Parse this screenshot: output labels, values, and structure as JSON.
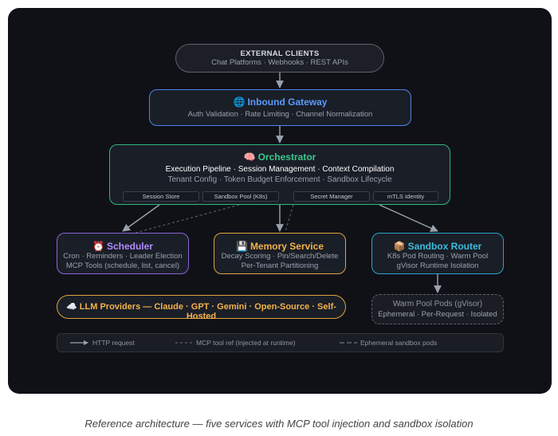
{
  "external_clients": {
    "title": "EXTERNAL CLIENTS",
    "subtitle": "Chat Platforms · Webhooks · REST APIs"
  },
  "gateway": {
    "icon": "globe-icon",
    "title": "Inbound Gateway",
    "subtitle": "Auth Validation · Rate Limiting · Channel Normalization",
    "color": "#5b9bff"
  },
  "orchestrator": {
    "icon": "brain-icon",
    "title": "Orchestrator",
    "line1": "Execution Pipeline · Session Management · Context Compilation",
    "line2": "Tenant Config · Token Budget Enforcement · Sandbox Lifecycle",
    "chips": [
      "Session Store",
      "Sandbox Pool (K8s)",
      "Secret Manager",
      "mTLS Identity"
    ],
    "color": "#3cc98c"
  },
  "scheduler": {
    "icon": "alarm-clock-icon",
    "title": "Scheduler",
    "line1": "Cron · Reminders · Leader Election",
    "line2": "MCP Tools (schedule, list, cancel)",
    "color": "#b08cff"
  },
  "memory": {
    "icon": "floppy-disk-icon",
    "title": "Memory Service",
    "line1": "Decay Scoring · Pin/Search/Delete",
    "line2": "Per-Tenant Partitioning",
    "color": "#f3b24a"
  },
  "sandbox_router": {
    "icon": "package-icon",
    "title": "Sandbox Router",
    "line1": "K8s Pod Routing · Warm Pool",
    "line2": "gVisor Runtime Isolation",
    "color": "#39bde0"
  },
  "llm": {
    "icon": "cloud-icon",
    "title": "LLM Providers — Claude · GPT · Gemini · Open-Source · Self-Hosted"
  },
  "warm_pool": {
    "title": "Warm Pool Pods (gVisor)",
    "subtitle": "Ephemeral · Per-Request · Isolated"
  },
  "legend": {
    "http": "HTTP request",
    "mcp": "MCP tool ref (injected at runtime)",
    "ephemeral": "Ephemeral sandbox pods"
  },
  "caption": "Reference architecture — five services with MCP tool injection and sandbox isolation"
}
